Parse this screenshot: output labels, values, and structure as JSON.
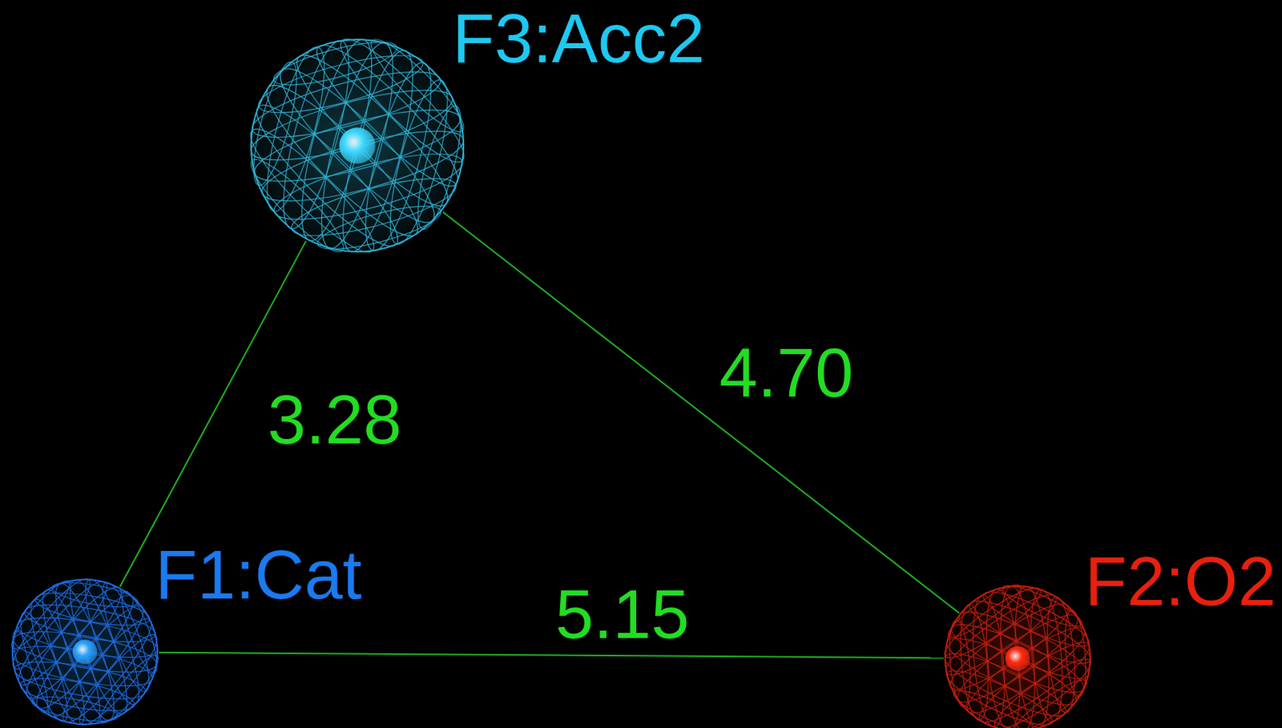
{
  "diagram": {
    "nodes": [
      {
        "text": [
          "F3:Acc2"
        ]
      },
      {
        "text": [
          "F1:Cat"
        ]
      },
      {
        "text": [
          "F2:O2"
        ]
      }
    ],
    "edges": [
      {
        "from": 1,
        "to": 0,
        "arrow": "none",
        "label": "3.28"
      },
      {
        "from": 0,
        "to": 2,
        "arrow": "none",
        "label": "4.70"
      },
      {
        "from": 1,
        "to": 2,
        "arrow": "none",
        "label": "5.15"
      }
    ]
  }
}
